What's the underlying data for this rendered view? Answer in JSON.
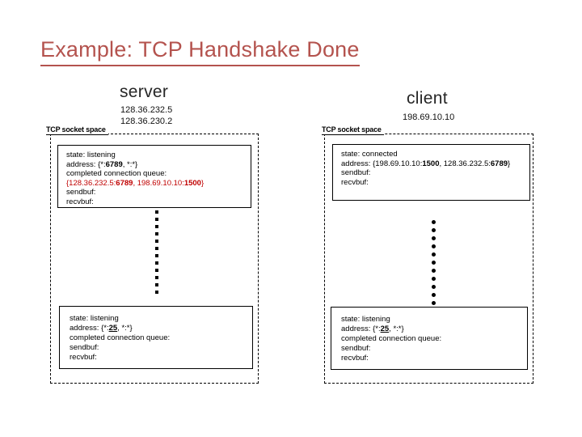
{
  "title": {
    "text": "Example: TCP Handshake Done"
  },
  "colors": {
    "title": "#b4534e",
    "queue_highlight": "#c00000"
  },
  "server": {
    "heading": "server",
    "ip_lines": [
      "128.36.232.5",
      "128.36.230.2"
    ],
    "space_label": "TCP socket space",
    "box_top": {
      "lines": [
        {
          "segments": [
            {
              "text": "state: listening"
            }
          ]
        },
        {
          "segments": [
            {
              "text": "address: {*:"
            },
            {
              "text": "6789",
              "bold": true
            },
            {
              "text": ", *:*}"
            }
          ]
        },
        {
          "segments": [
            {
              "text": "completed connection queue:"
            }
          ]
        },
        {
          "color": "#c00000",
          "segments": [
            {
              "text": "{128.36.232.5:"
            },
            {
              "text": "6789",
              "bold": true
            },
            {
              "text": ", 198.69.10.10:"
            },
            {
              "text": "1500",
              "bold": true
            },
            {
              "text": "}"
            }
          ]
        },
        {
          "segments": [
            {
              "text": "sendbuf:"
            }
          ]
        },
        {
          "segments": [
            {
              "text": "recvbuf:"
            }
          ]
        }
      ]
    },
    "dots_count": 12,
    "box_bottom": {
      "lines": [
        {
          "segments": [
            {
              "text": "state: listening"
            }
          ]
        },
        {
          "segments": [
            {
              "text": "address: {*:"
            },
            {
              "text": "25",
              "bold": true,
              "underline": true
            },
            {
              "text": ", *:*}"
            }
          ]
        },
        {
          "segments": [
            {
              "text": "completed connection queue:"
            }
          ]
        },
        {
          "segments": [
            {
              "text": "sendbuf:"
            }
          ]
        },
        {
          "segments": [
            {
              "text": "recvbuf:"
            }
          ]
        }
      ]
    }
  },
  "client": {
    "heading": "client",
    "ip_lines": [
      "198.69.10.10"
    ],
    "space_label": "TCP socket space",
    "box_top": {
      "lines": [
        {
          "segments": [
            {
              "text": "state: connected"
            }
          ]
        },
        {
          "segments": [
            {
              "text": "address: {198.69.10.10:"
            },
            {
              "text": "1500",
              "bold": true
            },
            {
              "text": ", 128.36.232.5:"
            },
            {
              "text": "6789",
              "bold": true
            },
            {
              "text": "}"
            }
          ]
        },
        {
          "segments": [
            {
              "text": "sendbuf:"
            }
          ]
        },
        {
          "segments": [
            {
              "text": "recvbuf:"
            }
          ]
        }
      ]
    },
    "dots_count": 11,
    "box_bottom": {
      "lines": [
        {
          "segments": [
            {
              "text": "state: listening"
            }
          ]
        },
        {
          "segments": [
            {
              "text": "address: {*:"
            },
            {
              "text": "25",
              "bold": true,
              "underline": true
            },
            {
              "text": ", *:*}"
            }
          ]
        },
        {
          "segments": [
            {
              "text": "completed connection queue:"
            }
          ]
        },
        {
          "segments": [
            {
              "text": "sendbuf:"
            }
          ]
        },
        {
          "segments": [
            {
              "text": "recvbuf:"
            }
          ]
        }
      ]
    }
  }
}
